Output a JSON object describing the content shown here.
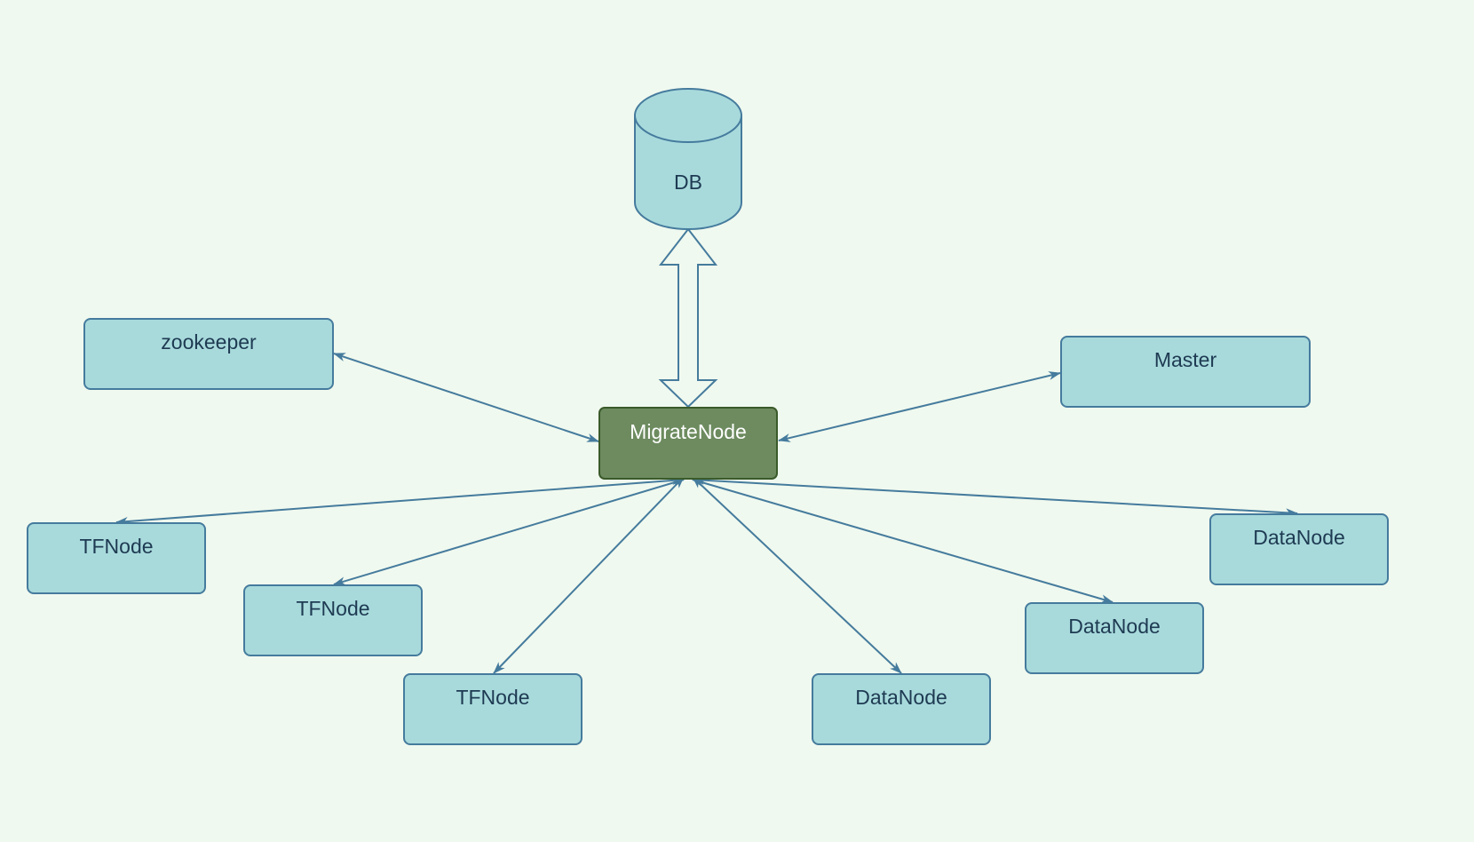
{
  "colors": {
    "background": "#f0f9ef",
    "node_fill": "#a8dadc",
    "node_stroke": "#457b9d",
    "center_fill": "#6d8b5f",
    "center_stroke": "#3a5a2a",
    "center_text": "#ffffff",
    "text": "#1e3a52",
    "edge": "#457b9d"
  },
  "nodes": {
    "db": "DB",
    "migrate": "MigrateNode",
    "zookeeper": "zookeeper",
    "master": "Master",
    "tfnode_1": "TFNode",
    "tfnode_2": "TFNode",
    "tfnode_3": "TFNode",
    "datanode_1": "DataNode",
    "datanode_2": "DataNode",
    "datanode_3": "DataNode"
  },
  "edges": [
    {
      "from": "migrate",
      "to": "db",
      "style": "hollow-double-arrow"
    },
    {
      "from": "migrate",
      "to": "zookeeper",
      "style": "bidirectional"
    },
    {
      "from": "migrate",
      "to": "master",
      "style": "bidirectional"
    },
    {
      "from": "migrate",
      "to": "tfnode_1",
      "style": "bidirectional"
    },
    {
      "from": "migrate",
      "to": "tfnode_2",
      "style": "bidirectional"
    },
    {
      "from": "migrate",
      "to": "tfnode_3",
      "style": "bidirectional"
    },
    {
      "from": "migrate",
      "to": "datanode_1",
      "style": "bidirectional"
    },
    {
      "from": "migrate",
      "to": "datanode_2",
      "style": "bidirectional"
    },
    {
      "from": "migrate",
      "to": "datanode_3",
      "style": "bidirectional"
    }
  ]
}
